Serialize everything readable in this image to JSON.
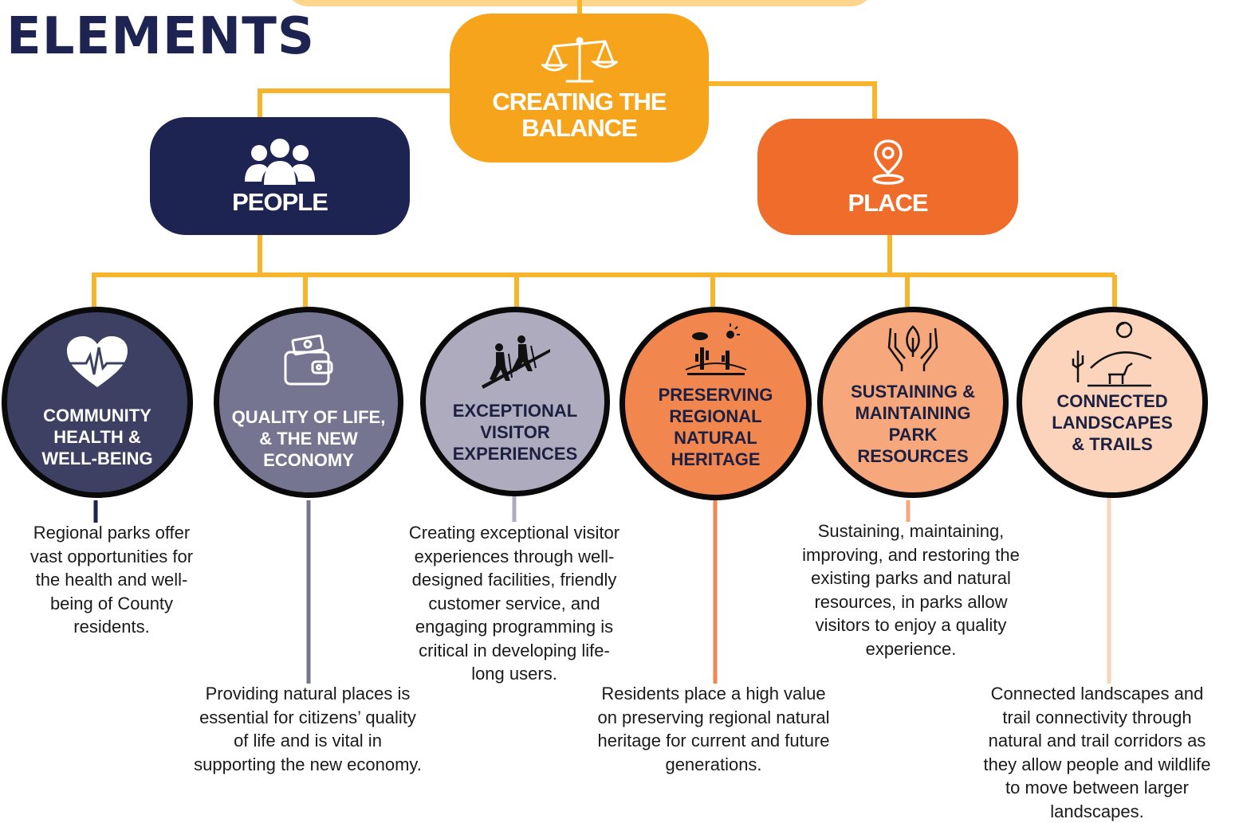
{
  "title": "ELEMENTS",
  "center": {
    "label_line1": "CREATING THE",
    "label_line2": "BALANCE",
    "icon": "scales-icon",
    "color": "#f7a41d"
  },
  "people": {
    "label": "PEOPLE",
    "icon": "people-group-icon",
    "color": "#1d2451"
  },
  "place": {
    "label": "PLACE",
    "icon": "map-pin-icon",
    "color": "#ef6c2b"
  },
  "connector_color": "#f7b52e",
  "elements": [
    {
      "lines": [
        "COMMUNITY",
        "HEALTH &",
        "WELL-BEING"
      ],
      "icon": "heart-pulse-icon",
      "fill": "#3d3f63",
      "text_color": "#ffffff",
      "desc": [
        "Regional parks offer",
        "vast opportunities for",
        "the health and well-",
        "being of County",
        "residents."
      ]
    },
    {
      "lines": [
        "QUALITY OF LIFE,",
        "& THE NEW",
        "ECONOMY"
      ],
      "icon": "wallet-icon",
      "fill": "#757591",
      "text_color": "#ffffff",
      "desc": [
        "Providing natural places is",
        "essential for citizens’ quality",
        "of life and is vital in",
        "supporting the new economy."
      ]
    },
    {
      "lines": [
        "EXCEPTIONAL",
        "VISITOR",
        "EXPERIENCES"
      ],
      "icon": "hikers-icon",
      "fill": "#aeabbf",
      "text_color": "#1d2040",
      "desc": [
        "Creating exceptional visitor",
        "experiences through well-",
        "designed facilities, friendly",
        "customer service, and",
        "engaging programming is",
        "critical in developing life-",
        "long users."
      ]
    },
    {
      "lines": [
        "PRESERVING",
        "REGIONAL",
        "NATURAL",
        "HERITAGE"
      ],
      "icon": "desert-landscape-icon",
      "fill": "#f2864f",
      "text_color": "#1d2040",
      "desc": [
        "Residents place a high value",
        "on preserving regional natural",
        "heritage for current and future",
        "generations."
      ]
    },
    {
      "lines": [
        "SUSTAINING &",
        "MAINTAINING",
        "PARK",
        "RESOURCES"
      ],
      "icon": "hands-leaf-icon",
      "fill": "#f6a77c",
      "text_color": "#1d2040",
      "desc": [
        "Sustaining, maintaining,",
        "improving, and restoring the",
        "existing parks and natural",
        "resources, in parks allow",
        "visitors to enjoy a quality",
        "experience."
      ]
    },
    {
      "lines": [
        "CONNECTED",
        "LANDSCAPES",
        "& TRAILS"
      ],
      "icon": "cactus-deer-icon",
      "fill": "#fbd4bb",
      "text_color": "#1d2040",
      "desc": [
        "Connected landscapes and",
        "trail connectivity through",
        "natural and trail corridors as",
        "they allow people and wildlife",
        "to move between larger",
        "landscapes."
      ]
    }
  ]
}
